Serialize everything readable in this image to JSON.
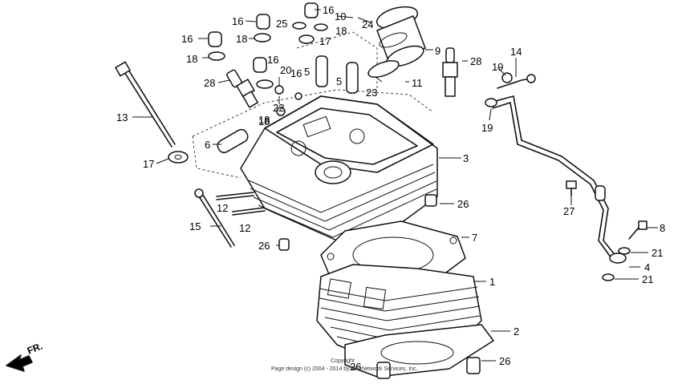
{
  "direction_label": "FR.",
  "copyright_line1": "Copyright",
  "copyright_line2": "Page design (c) 2004 - 2014 by ARI Network Services, Inc.",
  "callouts": [
    "16",
    "16",
    "16",
    "16",
    "16",
    "18",
    "18",
    "18",
    "18",
    "25",
    "17",
    "10",
    "24",
    "9",
    "28",
    "14",
    "19",
    "19",
    "5",
    "5",
    "20",
    "22",
    "23",
    "11",
    "28",
    "18",
    "13",
    "6",
    "3",
    "17",
    "12",
    "12",
    "26",
    "15",
    "26",
    "7",
    "27",
    "8",
    "21",
    "4",
    "21",
    "1",
    "2",
    "26",
    "26"
  ]
}
